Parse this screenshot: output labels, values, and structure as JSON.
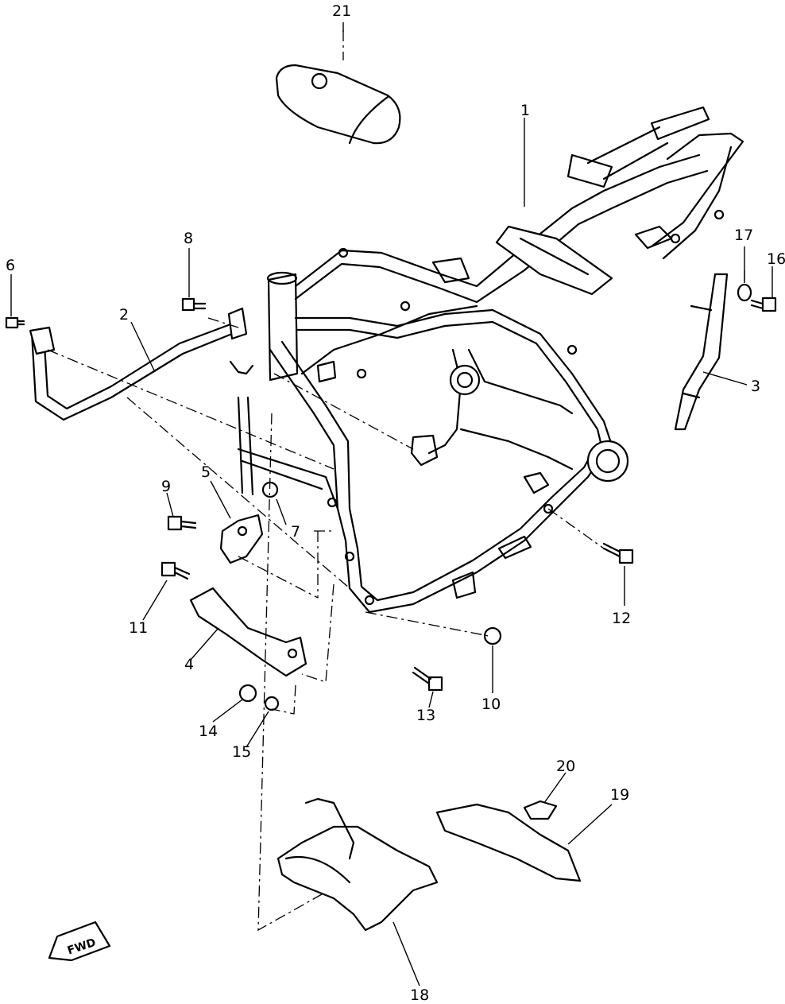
{
  "diagram": {
    "callouts": [
      {
        "id": "1",
        "label": "1"
      },
      {
        "id": "2",
        "label": "2"
      },
      {
        "id": "3",
        "label": "3"
      },
      {
        "id": "4",
        "label": "4"
      },
      {
        "id": "5",
        "label": "5"
      },
      {
        "id": "6",
        "label": "6"
      },
      {
        "id": "7",
        "label": "7"
      },
      {
        "id": "8",
        "label": "8"
      },
      {
        "id": "9",
        "label": "9"
      },
      {
        "id": "10",
        "label": "10"
      },
      {
        "id": "11",
        "label": "11"
      },
      {
        "id": "12",
        "label": "12"
      },
      {
        "id": "13",
        "label": "13"
      },
      {
        "id": "14",
        "label": "14"
      },
      {
        "id": "15",
        "label": "15"
      },
      {
        "id": "16",
        "label": "16"
      },
      {
        "id": "17",
        "label": "17"
      },
      {
        "id": "18",
        "label": "18"
      },
      {
        "id": "19",
        "label": "19"
      },
      {
        "id": "20",
        "label": "20"
      },
      {
        "id": "21",
        "label": "21"
      }
    ],
    "direction_label": "FWD"
  }
}
